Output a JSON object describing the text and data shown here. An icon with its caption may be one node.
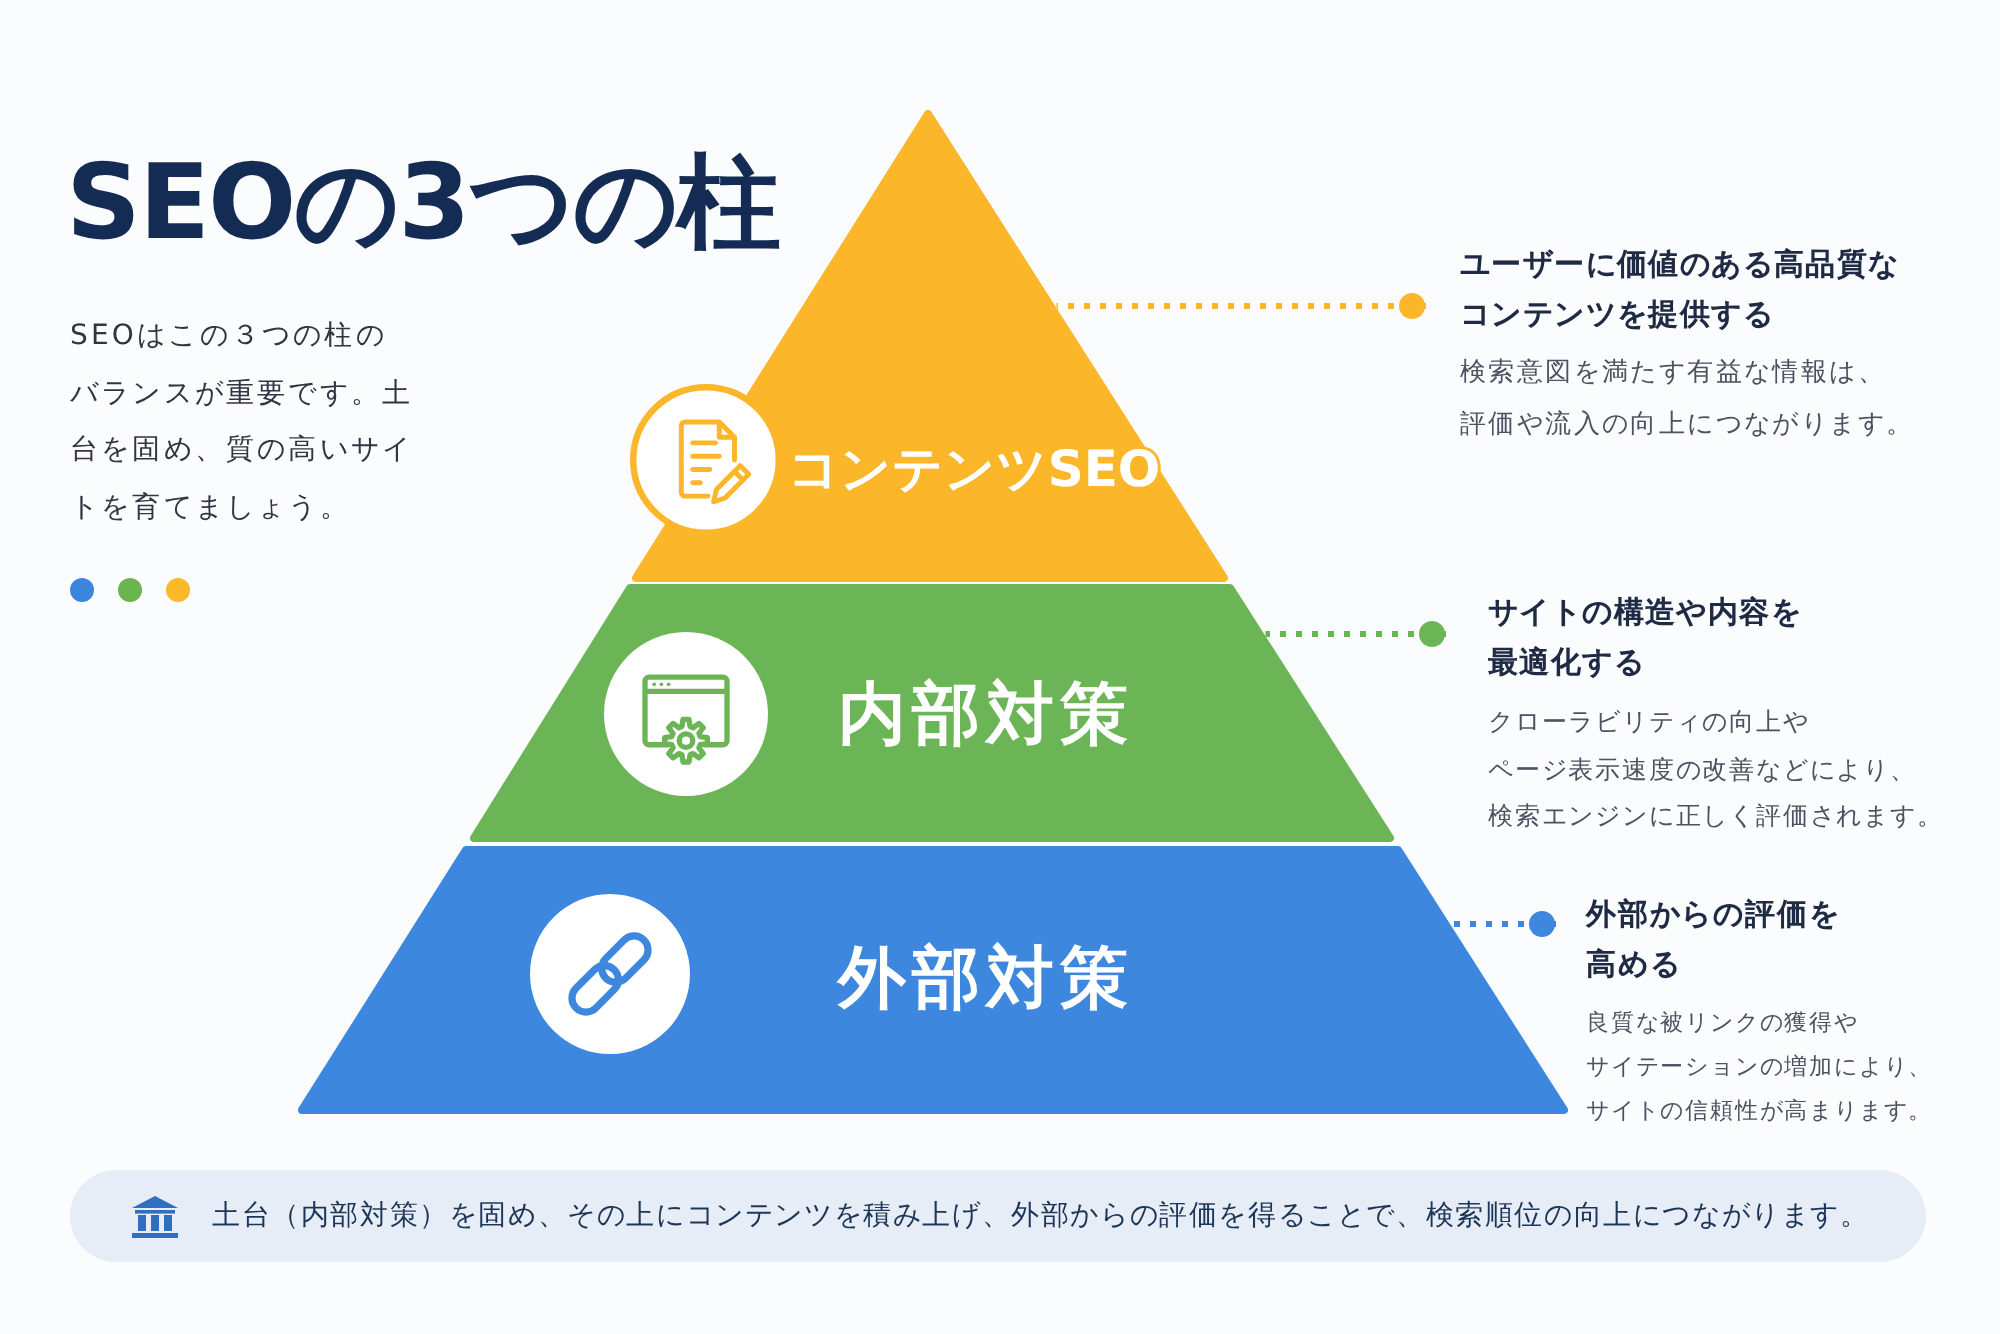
{
  "diagram": {
    "title": "SEOの3つの柱",
    "nodes": [
      {
        "text": [
          "コンテンツSEO"
        ]
      },
      {
        "text": [
          "内部対策"
        ]
      },
      {
        "text": [
          "外部対策"
        ]
      },
      {
        "text": [
          "ユーザーに価値のある高品質なコンテンツを提供する",
          "検索意図を満たす有益な情報は、評価や流入の向上につながります。"
        ]
      },
      {
        "text": [
          "サイトの構造や内容を最適化する",
          "クローラビリティの向上やページ表示速度の改善などにより、検索エンジンに正しく評価されます。"
        ]
      },
      {
        "text": [
          "外部からの評価を高める",
          "良質な被リンクの獲得やサイテーションの増加により、サイトの信頼性が高まります。"
        ]
      },
      {
        "text": [
          "土台（内部対策）を固め、その上にコンテンツを積み上げ、外部からの評価を得ることで、検索順位の向上につながります。"
        ]
      }
    ],
    "edges": [
      {
        "from": 3,
        "to": 0,
        "arrow": "other",
        "color": "#fbb62a"
      },
      {
        "from": 4,
        "to": 1,
        "arrow": "other",
        "color": "#6cb557"
      },
      {
        "from": 5,
        "to": 2,
        "arrow": "other",
        "color": "#3d87de"
      }
    ],
    "labels": [
      "SEOはこの３つの柱のバランスが重要です。土台を固め、質の高いサイトを育てましょう。"
    ]
  }
}
